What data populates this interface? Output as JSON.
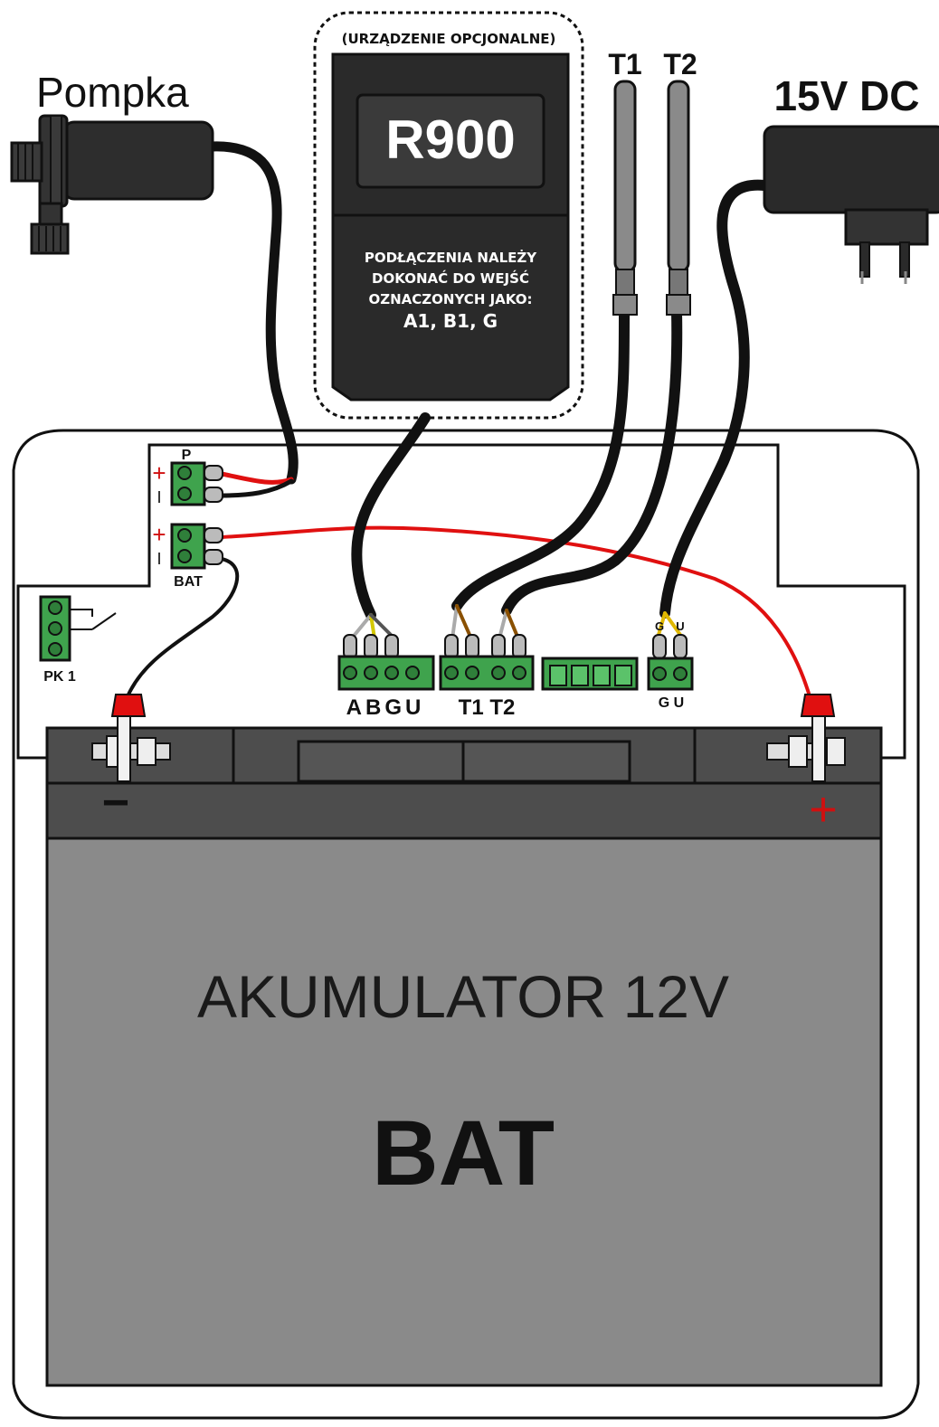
{
  "labels": {
    "pump": "Pompka",
    "power_supply": "15V DC",
    "probe_t1": "T1",
    "probe_t2": "T2",
    "optional_device": "(URZĄDZENIE OPCJONALNE)",
    "module_name": "R900",
    "module_note_line1": "PODŁĄCZENIA NALEŻY",
    "module_note_line2": "DOKONAĆ DO WEJŚĆ",
    "module_note_line3": "OZNACZONYCH JAKO:",
    "module_note_line4": "A1, B1, G",
    "terminal_p": "P",
    "terminal_bat": "BAT",
    "terminal_pk1": "PK 1",
    "plus_sign": "+",
    "minus_sign": "I",
    "terminal_abgu": "ABGU",
    "terminal_t1t2": "T1  T2",
    "terminal_gu": "G U",
    "wire_g": "G",
    "wire_u": "U",
    "battery_title": "AKUMULATOR 12V",
    "battery_code": "BAT",
    "battery_minus": "−",
    "battery_plus": "+"
  },
  "colors": {
    "terminal_green": "#3fa34d",
    "wire_red": "#e01010",
    "wire_black": "#111111",
    "battery_body": "#8a8a8a",
    "battery_top": "#4d4d4d",
    "module_body": "#222222",
    "plus_red": "#d01010"
  }
}
